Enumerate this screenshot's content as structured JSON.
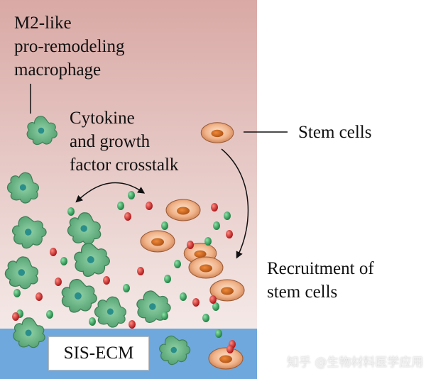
{
  "labels": {
    "macrophage": [
      "M2-like",
      "pro-remodeling",
      "macrophage"
    ],
    "cytokine": [
      "Cytokine",
      "and growth",
      "factor crosstalk"
    ],
    "stem_cells": "Stem cells",
    "recruitment": [
      "Recruitment of",
      "stem cells"
    ],
    "scaffold": "SIS-ECM"
  },
  "watermark": "知乎 @生物材料医学应用",
  "colors": {
    "tissue_top": "#d9a9a5",
    "tissue_bottom": "#f4e9e7",
    "scaffold": "#6fa8dc",
    "macrophage": "#5fae7e",
    "macrophage_nucleus": "#2a8e8a",
    "stem_cell": "#e8a57a",
    "stem_nucleus": "#c8641b",
    "green_dot": "#1f8f4a",
    "red_dot": "#c0181c"
  }
}
